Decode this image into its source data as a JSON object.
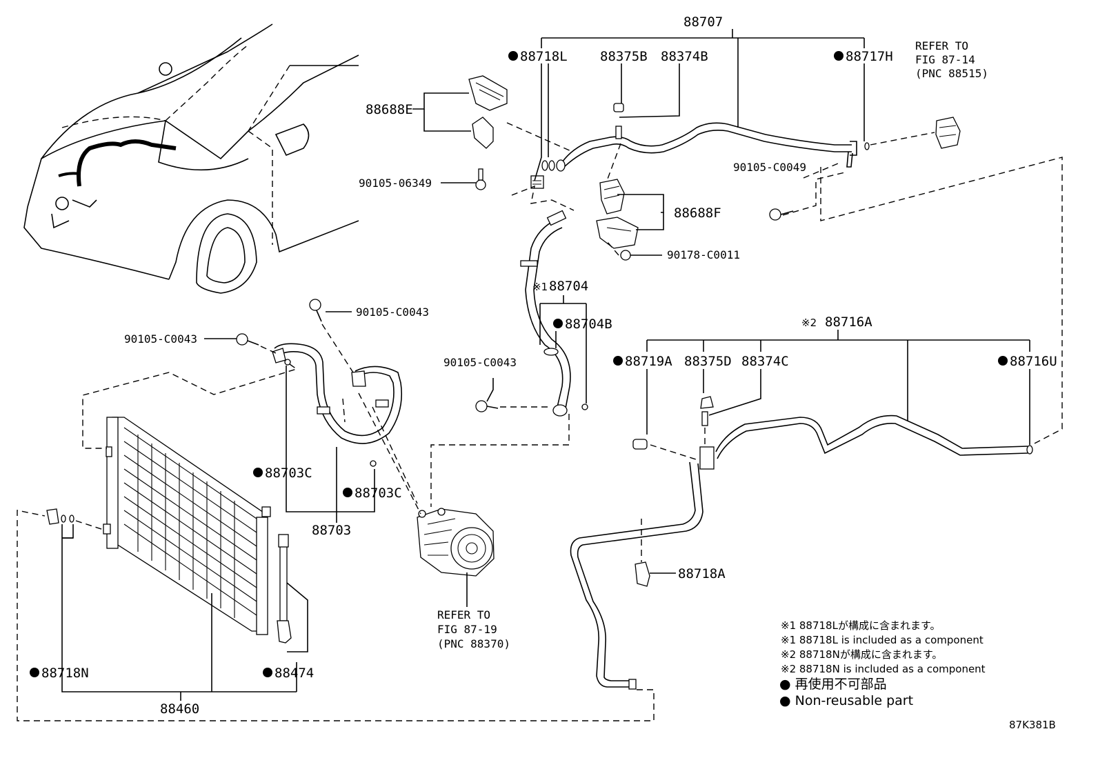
{
  "callouts": {
    "c88707": "88707",
    "c88718L": "88718L",
    "c88375B": "88375B",
    "c88374B": "88374B",
    "c88717H": "88717H",
    "refer1_l1": "REFER TO",
    "refer1_l2": "FIG 87-14",
    "refer1_l3": "(PNC 88515)",
    "c88688E": "88688E",
    "c90105_06349": "90105-06349",
    "c90105_C0049": "90105-C0049",
    "c88688F": "88688F",
    "c90178_C0011": "90178-C0011",
    "c88704_mark": "※1",
    "c88704": "88704",
    "c88704B": "88704B",
    "c90105_C0043_a": "90105-C0043",
    "c90105_C0043_b": "90105-C0043",
    "c90105_C0043_c": "90105-C0043",
    "c88716A_mark": "※2",
    "c88716A": "88716A",
    "c88719A": "88719A",
    "c88375D": "88375D",
    "c88374C": "88374C",
    "c88716U": "88716U",
    "c88703C_a": "88703C",
    "c88703C_b": "88703C",
    "c88703": "88703",
    "refer2_l1": "REFER TO",
    "refer2_l2": "FIG 87-19",
    "refer2_l3": "(PNC 88370)",
    "c88718A": "88718A",
    "c88718N": "88718N",
    "c88474": "88474",
    "c88460": "88460"
  },
  "notes": {
    "n1_jp": "※1 88718Lが構成に含まれます。",
    "n1_en": "※1 88718L is included as a component",
    "n2_jp": "※2 88718Nが構成に含まれます。",
    "n2_en": "※2 88718N is included as a component",
    "n3_jp": "● 再使用不可部品",
    "n3_en": "● Non-reusable part"
  },
  "diagram_id": "87K381B"
}
